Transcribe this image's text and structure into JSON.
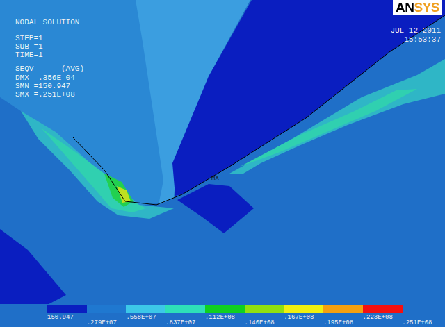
{
  "diagram": {
    "title": "NODAL SOLUTION",
    "labels": [
      "STEP=1",
      "SUB =1",
      "TIME=1",
      "SEQV      (AVG)",
      "DMX =.356E-04",
      "SMN =150.947",
      "SMX =.251E+08",
      "JUL 12 2011",
      "15:53:37",
      "MX",
      "ANSYS",
      ".251E+08"
    ],
    "legend": [
      {
        "text": "150.947",
        "color": "#0a1ec0"
      },
      {
        "text": ".279E+07",
        "color": "#1f78d0"
      },
      {
        "text": ".558E+07",
        "color": "#3cc8e8"
      },
      {
        "text": ".837E+07",
        "color": "#2ee0b8"
      },
      {
        "text": ".112E+08",
        "color": "#10d020"
      },
      {
        "text": ".140E+08",
        "color": "#90e010"
      },
      {
        "text": ".167E+08",
        "color": "#f0f010"
      },
      {
        "text": ".195E+08",
        "color": "#f5a010"
      },
      {
        "text": ".223E+08",
        "color": "#f51010"
      }
    ]
  }
}
